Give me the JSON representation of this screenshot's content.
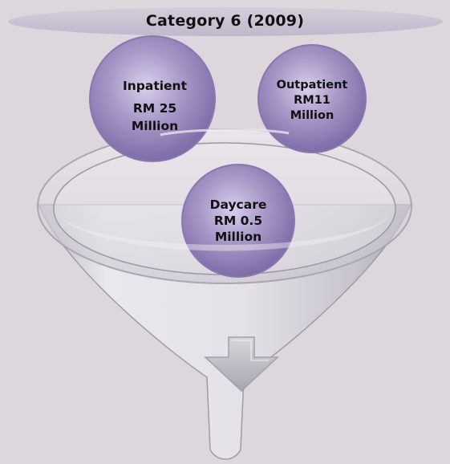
{
  "title": "Category 6 (2009)",
  "categories": [
    {
      "id": "inpatient",
      "name": "Inpatient",
      "value": "RM 25",
      "unit": "Million"
    },
    {
      "id": "outpatient",
      "name": "Outpatient",
      "value": "RM11",
      "unit": "Million"
    },
    {
      "id": "daycare",
      "name": "Daycare",
      "value": "RM 0.5",
      "unit": "Million"
    }
  ],
  "colors": {
    "background": "#ddd6dd",
    "title_band": "#c9c2d4",
    "bubble_fill": "#a596c4",
    "bubble_edge": "#7d6aa8",
    "funnel_fill": "#d4d0d8",
    "arrow": "#b9b6bf"
  },
  "icons": [
    "down-arrow-icon"
  ]
}
